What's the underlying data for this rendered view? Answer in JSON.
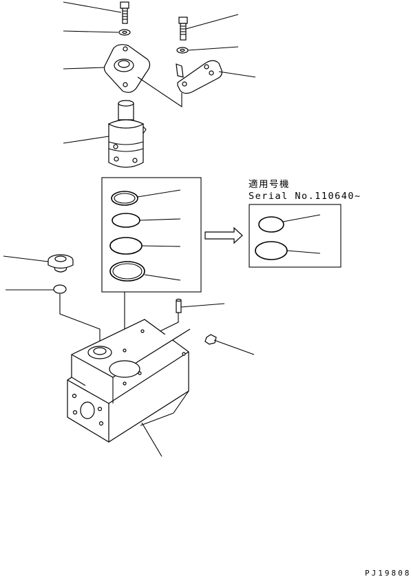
{
  "applicability": {
    "heading": "適用号機",
    "serial": "Serial No.110640~"
  },
  "drawing_code": "PJ19808",
  "icons": {
    "arrow": "right-arrow-icon"
  }
}
